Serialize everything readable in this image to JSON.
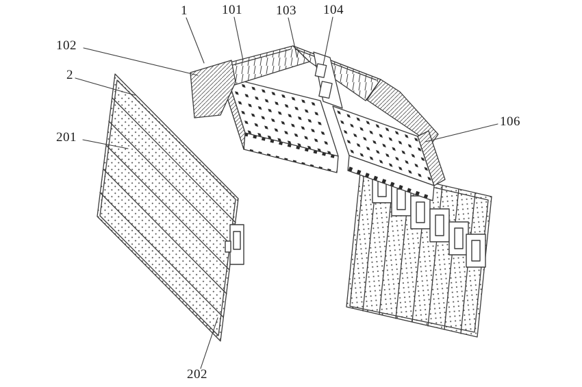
{
  "figure": {
    "background": "#ffffff",
    "line_color": "#3b3b3b",
    "labels": {
      "l1": {
        "text": "1"
      },
      "l101": {
        "text": "101"
      },
      "l102": {
        "text": "102"
      },
      "l103": {
        "text": "103"
      },
      "l104": {
        "text": "104"
      },
      "l106": {
        "text": "106"
      },
      "l2": {
        "text": "2"
      },
      "l201": {
        "text": "201"
      },
      "l202": {
        "text": "202"
      }
    }
  }
}
